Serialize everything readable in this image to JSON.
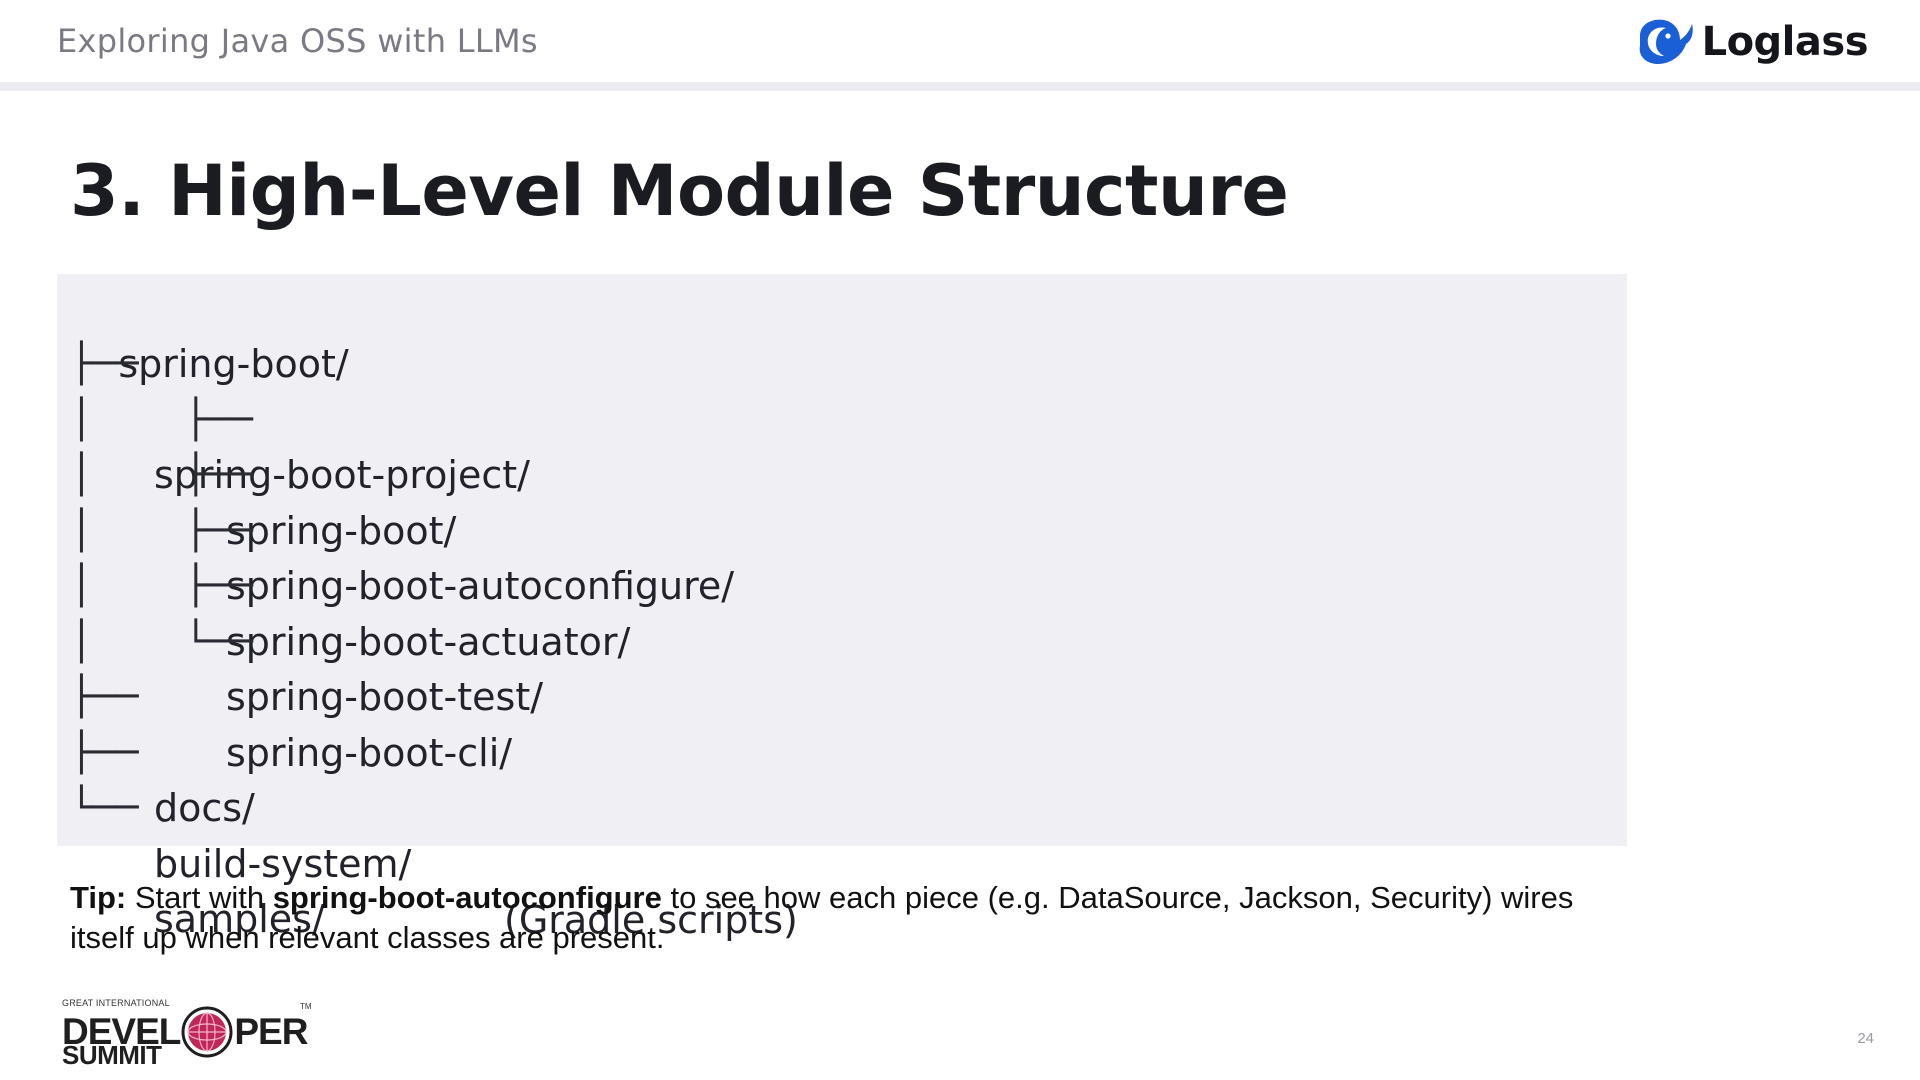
{
  "header": {
    "title": "Exploring Java OSS with LLMs",
    "brand": "Loglass",
    "brand_color": "#1a5fd6"
  },
  "slide": {
    "title": "3. High-Level Module Structure"
  },
  "tree": [
    {
      "prefix": "",
      "name": "spring-boot/"
    },
    {
      "prefix": "├──",
      "name": "spring-boot-project/"
    },
    {
      "prefix": "│    ├──",
      "name": "spring-boot/"
    },
    {
      "prefix": "│    ├──",
      "name": "spring-boot-autoconfigure/"
    },
    {
      "prefix": "│    ├──",
      "name": "spring-boot-actuator/"
    },
    {
      "prefix": "│    ├──",
      "name": "spring-boot-test/"
    },
    {
      "prefix": "│    └──",
      "name": "spring-boot-cli/"
    },
    {
      "prefix": "├──",
      "name": "docs/"
    },
    {
      "prefix": "├──",
      "name": "build-system/",
      "note": "(Gradle scripts)"
    },
    {
      "prefix": "└──",
      "name": "samples/"
    }
  ],
  "tip": {
    "label": "Tip:",
    "text_before": " Start with ",
    "highlight": "spring-boot-autoconfigure",
    "text_after": " to see how each piece (e.g. DataSource, Jackson, Security) wires itself up when relevant classes are present."
  },
  "footer": {
    "logo_small_text": "GREAT INTERNATIONAL",
    "logo_word_left": "DEVEL",
    "logo_word_right": "PER",
    "logo_word_bottom": "SUMMIT",
    "logo_tm": "TM",
    "page_number": "24",
    "logo_accent": "#c0265a"
  }
}
